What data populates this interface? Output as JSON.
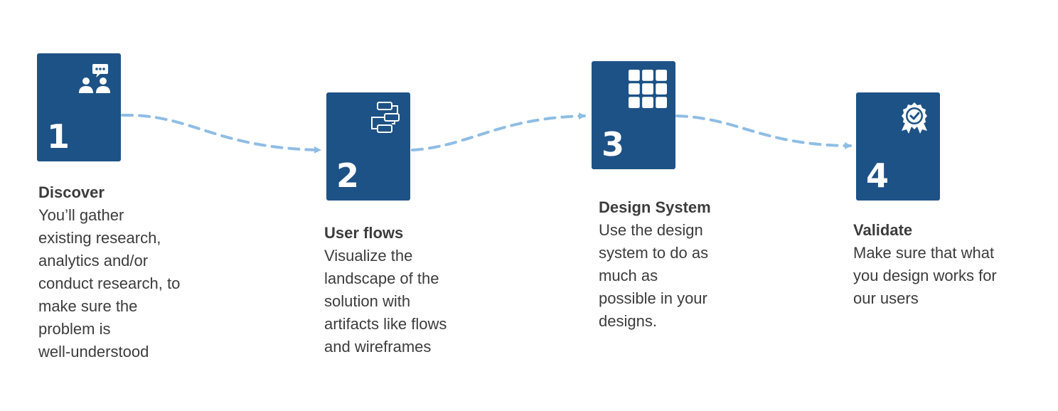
{
  "colors": {
    "card": "#1d5286",
    "connector": "#8fbde4",
    "text": "#3c3c3c"
  },
  "steps": [
    {
      "number": "1",
      "icon": "people-chat-icon",
      "title": "Discover",
      "description": "You’ll gather\nexisting research,\nanalytics and/or\nconduct research, to\nmake sure the\nproblem is\nwell-understood"
    },
    {
      "number": "2",
      "icon": "flowchart-icon",
      "title": "User flows",
      "description": "Visualize the\nlandscape of the\nsolution with\nartifacts like flows\nand wireframes"
    },
    {
      "number": "3",
      "icon": "grid-icon",
      "title": "Design System",
      "description": "Use the design\nsystem to do as\nmuch as\npossible in your\ndesigns."
    },
    {
      "number": "4",
      "icon": "award-badge-icon",
      "title": "Validate",
      "description": "Make sure that what\nyou design works for\nour users"
    }
  ]
}
